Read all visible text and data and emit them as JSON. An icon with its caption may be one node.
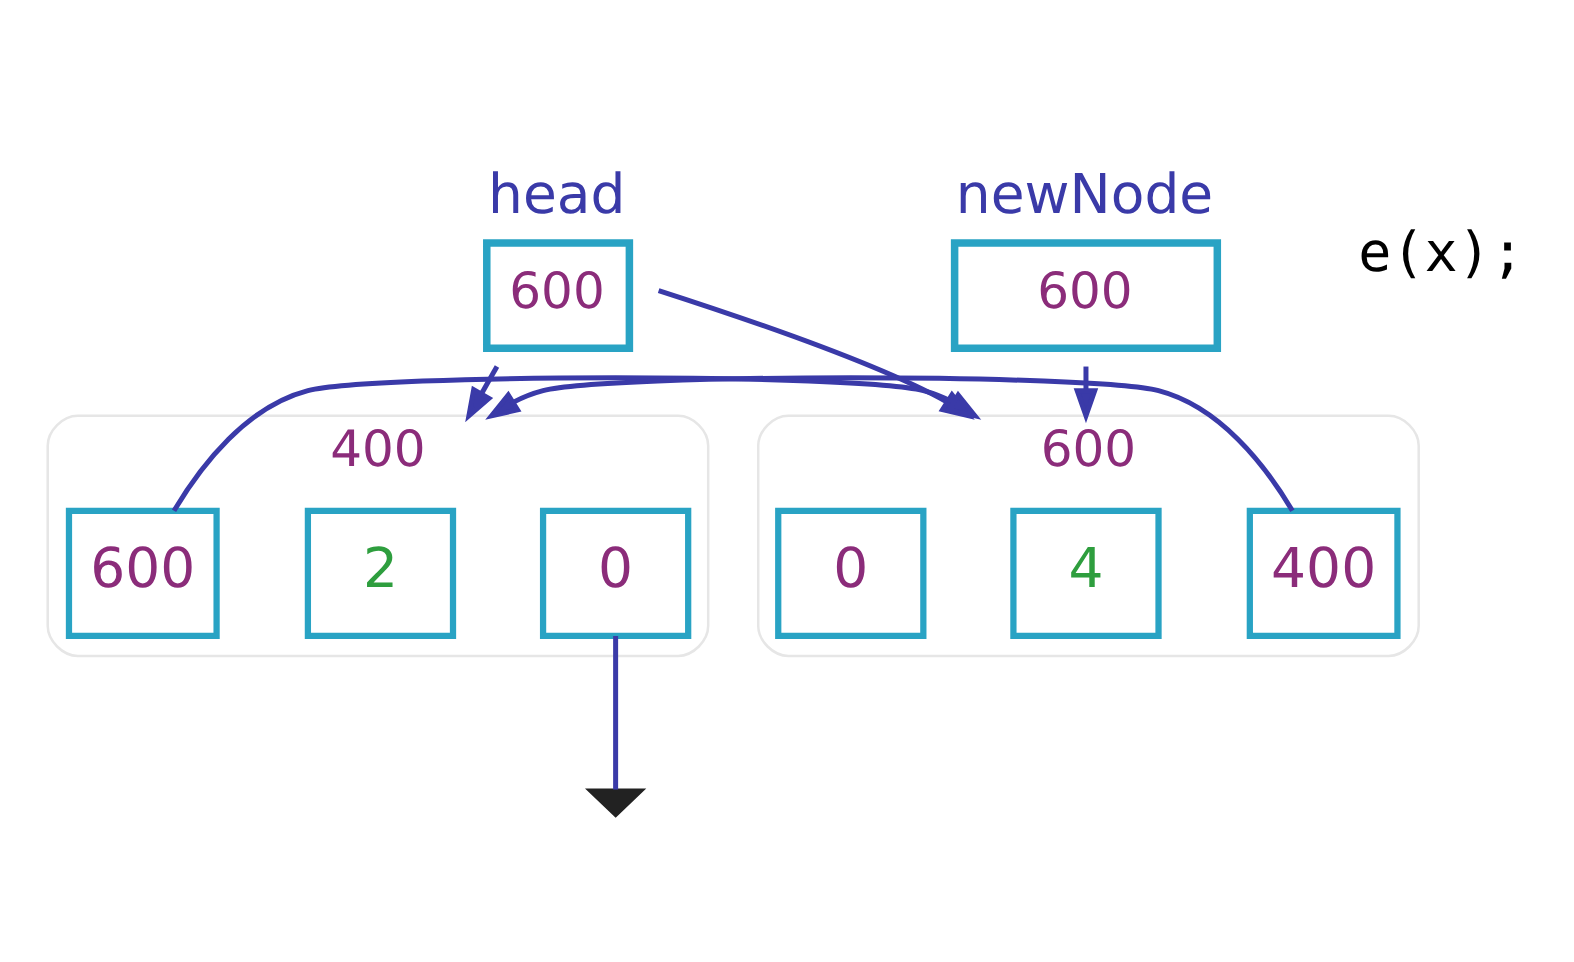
{
  "diagram": {
    "nodes": [
      {
        "text": [
          "head",
          "600"
        ]
      },
      {
        "text": [
          "400"
        ]
      },
      {
        "text": [
          "600"
        ],
        "in": 1
      },
      {
        "text": [
          "2"
        ],
        "in": 1
      },
      {
        "text": [
          "0"
        ],
        "in": 1
      },
      {
        "text": [],
        "shape": "ground"
      },
      {
        "text": [
          "newNode",
          "600"
        ]
      },
      {
        "text": [
          "600"
        ]
      },
      {
        "text": [
          "0"
        ],
        "in": 7
      },
      {
        "text": [
          "4"
        ],
        "in": 7
      },
      {
        "text": [
          "400"
        ],
        "in": 7
      }
    ],
    "edges": [
      {
        "from": 0,
        "to": 1,
        "arrow": "to"
      },
      {
        "from": 0,
        "to": 7,
        "arrow": "to"
      },
      {
        "from": 2,
        "to": 7,
        "arrow": "to"
      },
      {
        "from": 10,
        "to": 1,
        "arrow": "to"
      },
      {
        "from": 4,
        "to": 5,
        "arrow": "none"
      },
      {
        "from": 6,
        "to": 7,
        "arrow": "to"
      }
    ],
    "labels": [
      "e(x);"
    ]
  }
}
